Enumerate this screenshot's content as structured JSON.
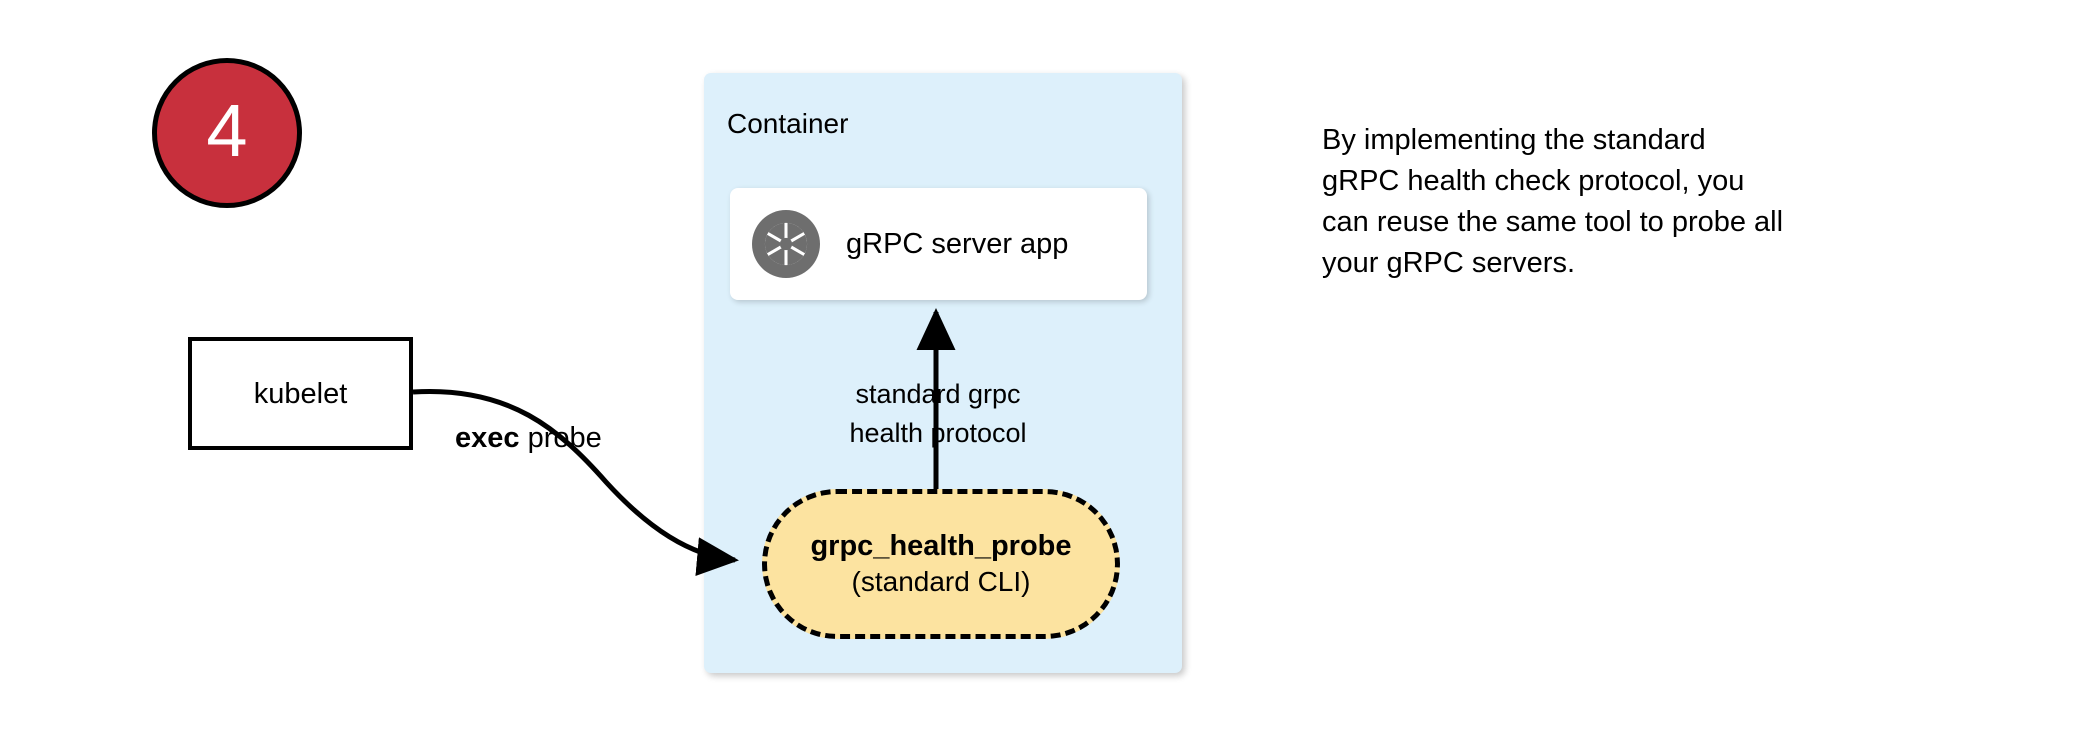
{
  "step": {
    "number": "4"
  },
  "container": {
    "label": "Container",
    "fill_color": "#ddf0fb"
  },
  "server_card": {
    "label": "gRPC server app",
    "icon": "grpc-aperture-icon",
    "icon_color": "#6e6e6e"
  },
  "kubelet": {
    "label": "kubelet"
  },
  "exec_probe": {
    "bold_text": "exec",
    "rest_text": " probe"
  },
  "protocol": {
    "line1": "standard grpc",
    "line2": "health protocol"
  },
  "probe_pill": {
    "title": "grpc_health_probe",
    "subtitle": "(standard CLI)",
    "fill_color": "#fce3a0"
  },
  "side_note": {
    "line1": "By implementing the standard",
    "line2": "gRPC health check protocol, you",
    "line3": "can reuse the same tool to probe all",
    "line4": "your gRPC servers."
  },
  "colors": {
    "badge_red": "#c8303d",
    "container_blue": "#ddf0fb",
    "pill_yellow": "#fce3a0",
    "stroke_black": "#000000"
  }
}
